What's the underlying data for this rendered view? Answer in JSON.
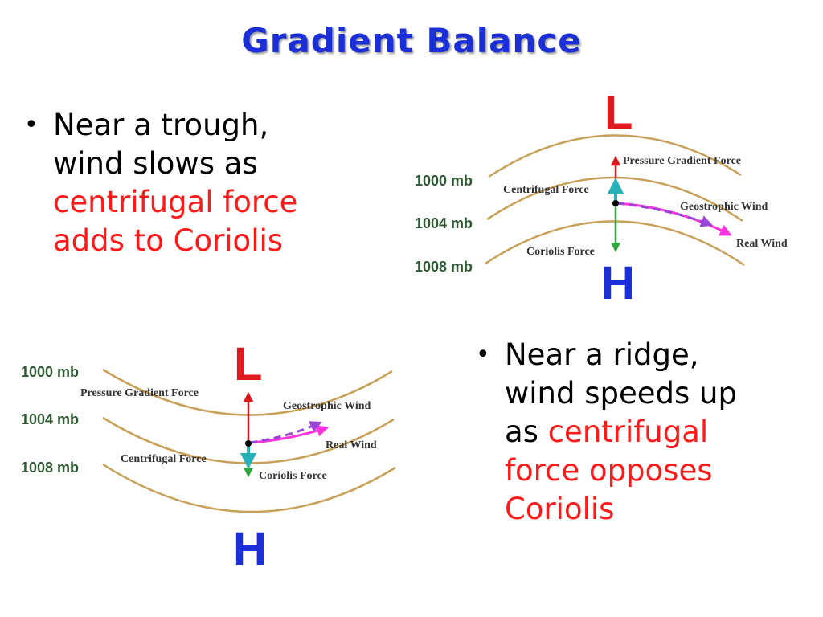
{
  "title": "Gradient Balance",
  "bullet1": {
    "line1": "Near a trough,",
    "line2": "wind slows as",
    "red1": "centrifugal force",
    "red2": "adds to Coriolis"
  },
  "bullet2": {
    "line1": "Near a ridge,",
    "line2": "wind speeds up",
    "line3_prefix": "as ",
    "red1": "centrifugal",
    "red2": "force opposes",
    "red3": "Coriolis"
  },
  "diagram_top": {
    "low": "L",
    "high": "H",
    "isobars": [
      "1000 mb",
      "1004 mb",
      "1008 mb"
    ],
    "pgf": "Pressure Gradient Force",
    "centrifugal": "Centrifugal Force",
    "coriolis": "Coriolis Force",
    "geostrophic": "Geostrophic Wind",
    "real": "Real Wind"
  },
  "diagram_bottom": {
    "low": "L",
    "high": "H",
    "isobars": [
      "1000 mb",
      "1004 mb",
      "1008 mb"
    ],
    "pgf": "Pressure Gradient Force",
    "centrifugal": "Centrifugal Force",
    "coriolis": "Coriolis Force",
    "geostrophic": "Geostrophic Wind",
    "real": "Real Wind"
  },
  "colors": {
    "title": "#1a2fd8",
    "highlight": "#ff1a1a",
    "isobar": "#c9a058",
    "pgf_arrow": "#e0191f",
    "coriolis_arrow": "#2fa73a",
    "centrifugal_arrow": "#28b0b8",
    "real_wind": "#ff33dd",
    "geostrophic_wind": "#9a44d8"
  }
}
